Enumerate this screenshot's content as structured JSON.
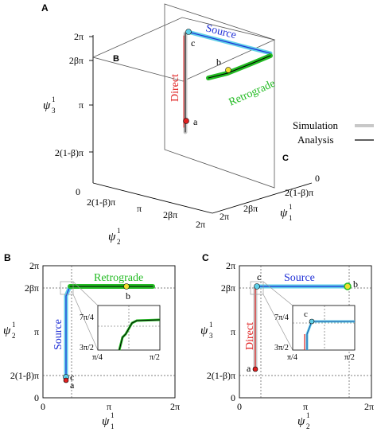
{
  "panels": {
    "A": {
      "label": "A",
      "plane_labels": {
        "B": "B",
        "C": "C"
      },
      "axis_x": {
        "ticks": [
          "0",
          "2(1-β)π",
          "π",
          "2βπ",
          "2π"
        ],
        "label_symbol": "ψ",
        "label_sup": "1",
        "label_sub": "2"
      },
      "axis_y": {
        "ticks": [
          "0",
          "2(1-β)π",
          "2βπ",
          "2π"
        ],
        "label_symbol": "ψ",
        "label_sup": "1",
        "label_sub": "1"
      },
      "axis_z": {
        "ticks": [
          "2π",
          "2βπ",
          "π",
          "2(1-β)π",
          "0"
        ],
        "label_symbol": "ψ",
        "label_sup": "1",
        "label_sub": "3"
      },
      "curve_labels": {
        "source": "Source",
        "direct": "Direct",
        "retrograde": "Retrograde"
      },
      "point_labels": {
        "a": "a",
        "b": "b",
        "c": "c"
      },
      "legend": {
        "simulation": "Simulation",
        "analysis": "Analysis"
      }
    },
    "B": {
      "label": "B",
      "y_ticks": [
        "2π",
        "2βπ",
        "π",
        "2(1-β)π",
        "0"
      ],
      "x_ticks": [
        "0",
        "π",
        "2π"
      ],
      "y_label": {
        "symbol": "ψ",
        "sup": "1",
        "sub": "2"
      },
      "x_label": {
        "symbol": "ψ",
        "sup": "1",
        "sub": "1"
      },
      "curve_labels": {
        "source": "Source",
        "retrograde": "Retrograde"
      },
      "point_labels": {
        "a": "a",
        "b": "b",
        "c": "c"
      },
      "inset": {
        "y_top": "7π/4",
        "y_bottom": "3π/2",
        "x_left": "π/4",
        "x_right": "π/2"
      }
    },
    "C": {
      "label": "C",
      "y_ticks": [
        "2π",
        "2βπ",
        "π",
        "2(1-β)π",
        "0"
      ],
      "x_ticks": [
        "0",
        "π",
        "2π"
      ],
      "y_label": {
        "symbol": "ψ",
        "sup": "1",
        "sub": "3"
      },
      "x_label": {
        "symbol": "ψ",
        "sup": "1",
        "sub": "2"
      },
      "curve_labels": {
        "source": "Source",
        "direct": "Direct"
      },
      "point_labels": {
        "a": "a",
        "b": "b",
        "c": "c"
      },
      "inset": {
        "y_top": "7π/4",
        "y_bottom": "3π/2",
        "x_left": "π/4",
        "x_right": "π/2"
      }
    }
  },
  "colors": {
    "source": "#1f2fd6",
    "direct": "#e02020",
    "retrograde": "#22bb22",
    "sim_gray": "#c8c8c8",
    "point_a": "#e02020",
    "point_b": "#f0e030",
    "point_c": "#5fd0e8",
    "blue_curve": "#3a8fd8"
  }
}
